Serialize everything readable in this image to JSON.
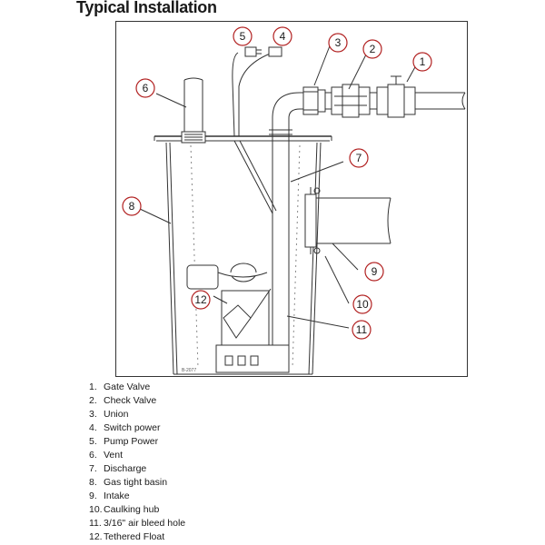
{
  "title": "Typical Installation",
  "drawing_code": "B-2077",
  "callouts": [
    "1",
    "2",
    "3",
    "4",
    "5",
    "6",
    "7",
    "8",
    "9",
    "10",
    "11",
    "12"
  ],
  "legend": [
    {
      "num": "1.",
      "label": "Gate Valve"
    },
    {
      "num": "2.",
      "label": "Check Valve"
    },
    {
      "num": "3.",
      "label": "Union"
    },
    {
      "num": "4.",
      "label": "Switch power"
    },
    {
      "num": "5.",
      "label": "Pump Power"
    },
    {
      "num": "6.",
      "label": "Vent"
    },
    {
      "num": "7.",
      "label": "Discharge"
    },
    {
      "num": "8.",
      "label": "Gas tight basin"
    },
    {
      "num": "9.",
      "label": "Intake"
    },
    {
      "num": "10.",
      "label": "Caulking hub"
    },
    {
      "num": "11.",
      "label": "3/16\" air bleed hole"
    },
    {
      "num": "12.",
      "label": "Tethered Float"
    }
  ],
  "colors": {
    "callout": "#b22222",
    "line": "#333333"
  }
}
